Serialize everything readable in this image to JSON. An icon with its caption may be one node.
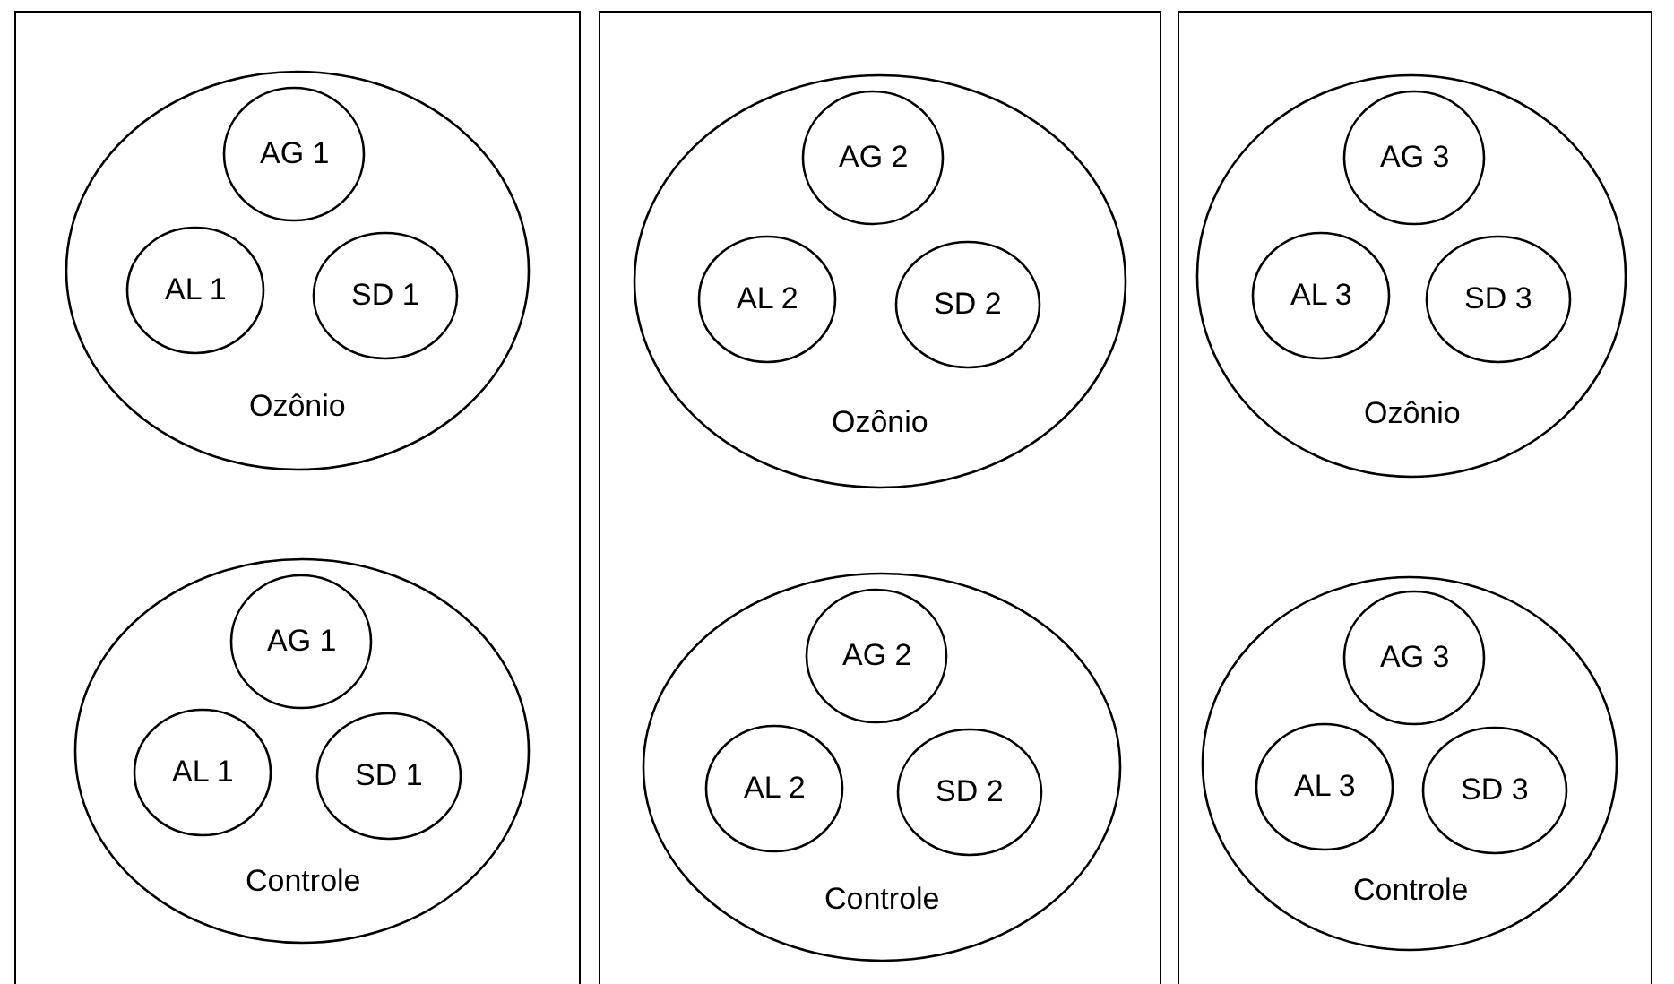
{
  "diagram": {
    "nodes": [
      {
        "text": [],
        "shape": "box"
      },
      {
        "text": [
          "Ozônio"
        ],
        "in": 0
      },
      {
        "text": [
          "AG 1"
        ],
        "in": 1
      },
      {
        "text": [
          "AL 1"
        ],
        "in": 1
      },
      {
        "text": [
          "SD 1"
        ],
        "in": 1
      },
      {
        "text": [
          "Controle"
        ],
        "in": 0
      },
      {
        "text": [
          "AG 1"
        ],
        "in": 5
      },
      {
        "text": [
          "AL 1"
        ],
        "in": 5
      },
      {
        "text": [
          "SD 1"
        ],
        "in": 5
      },
      {
        "text": [],
        "shape": "box"
      },
      {
        "text": [
          "Ozônio"
        ],
        "in": 9
      },
      {
        "text": [
          "AG 2"
        ],
        "in": 10
      },
      {
        "text": [
          "AL 2"
        ],
        "in": 10
      },
      {
        "text": [
          "SD 2"
        ],
        "in": 10
      },
      {
        "text": [
          "Controle"
        ],
        "in": 9
      },
      {
        "text": [
          "AG 2"
        ],
        "in": 14
      },
      {
        "text": [
          "AL 2"
        ],
        "in": 14
      },
      {
        "text": [
          "SD 2"
        ],
        "in": 14
      },
      {
        "text": [],
        "shape": "box"
      },
      {
        "text": [
          "Ozônio"
        ],
        "in": 18
      },
      {
        "text": [
          "AG 3"
        ],
        "in": 19
      },
      {
        "text": [
          "AL 3"
        ],
        "in": 19
      },
      {
        "text": [
          "SD 3"
        ],
        "in": 19
      },
      {
        "text": [
          "Controle"
        ],
        "in": 18
      },
      {
        "text": [
          "AG 3"
        ],
        "in": 23
      },
      {
        "text": [
          "AL 3"
        ],
        "in": 23
      },
      {
        "text": [
          "SD 3"
        ],
        "in": 23
      }
    ],
    "edges": []
  }
}
